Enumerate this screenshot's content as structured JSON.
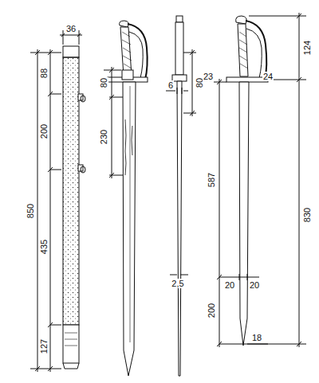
{
  "diagram": {
    "labels": [
      "36",
      "88",
      "200",
      "850",
      "435",
      "127",
      "80",
      "230",
      "6",
      "80",
      "2,5",
      "124",
      "23",
      "24",
      "587",
      "830",
      "20",
      "20",
      "200",
      "18"
    ]
  }
}
